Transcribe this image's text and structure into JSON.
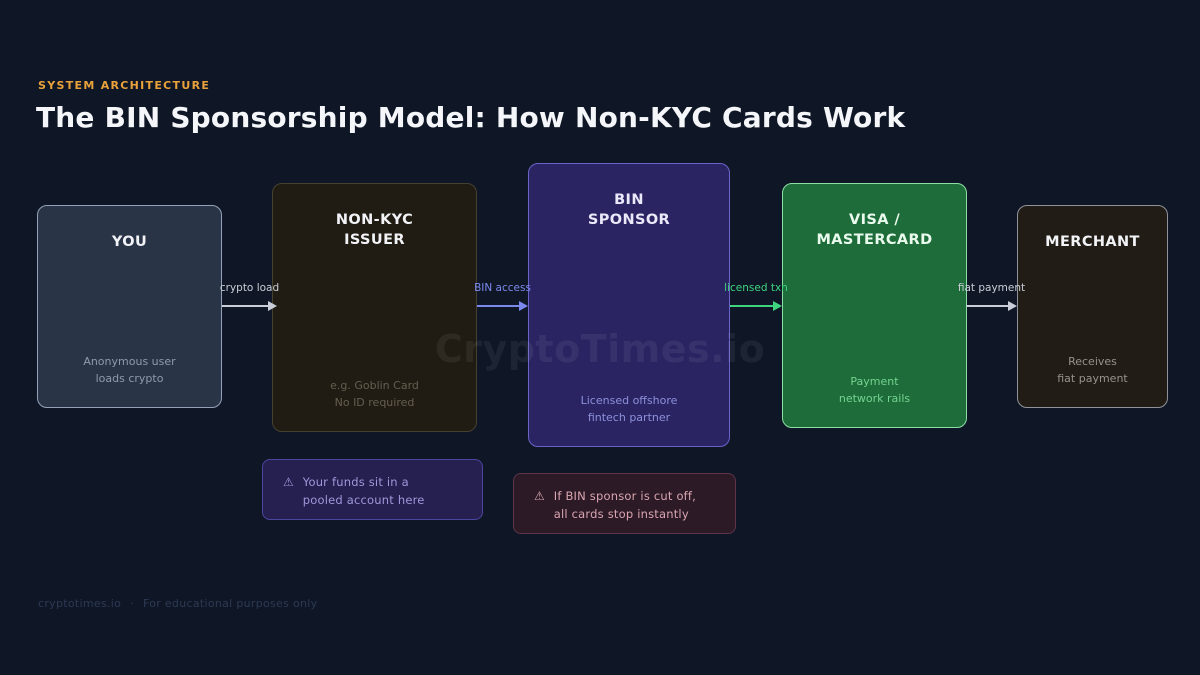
{
  "header": {
    "eyebrow": "SYSTEM ARCHITECTURE",
    "title": "The BIN Sponsorship Model: How Non-KYC Cards Work"
  },
  "watermark": {
    "text": "CryptoTimes.io"
  },
  "diagram": {
    "nodes": [
      {
        "id": "you",
        "title_line1": "YOU",
        "subtitle_line1": "Anonymous user",
        "subtitle_line2": "loads crypto",
        "bg": "#2a3447",
        "border": "#93a2b8",
        "subtitle_color": "#8f9aab"
      },
      {
        "id": "non-kyc-issuer",
        "title_line1": "NON-KYC",
        "title_line2": "ISSUER",
        "subtitle_line1": "e.g. Goblin Card",
        "subtitle_line2": "No ID required",
        "bg": "#211c13",
        "border": "#46402f",
        "subtitle_color": "#645e50"
      },
      {
        "id": "bin-sponsor",
        "title_line1": "BIN",
        "title_line2": "SPONSOR",
        "subtitle_line1": "Licensed offshore",
        "subtitle_line2": "fintech partner",
        "bg": "#2a2462",
        "border": "#6a63c8",
        "subtitle_color": "#8d90dc"
      },
      {
        "id": "visa-mastercard",
        "title_line1": "VISA /",
        "title_line2": "MASTERCARD",
        "subtitle_line1": "Payment",
        "subtitle_line2": "network rails",
        "bg": "#1d6c3a",
        "border": "#8edfa5",
        "subtitle_color": "#74d491"
      },
      {
        "id": "merchant",
        "title_line1": "MERCHANT",
        "subtitle_line1": "Receives",
        "subtitle_line2": "fiat payment",
        "bg": "#221c16",
        "border": "#90929a",
        "subtitle_color": "#97928b"
      }
    ],
    "arrows": [
      {
        "label": "crypto load",
        "color": "#c9ced8"
      },
      {
        "label": "BIN access",
        "color": "#7b89ee"
      },
      {
        "label": "licensed txn",
        "color": "#3fd57f"
      },
      {
        "label": "fiat payment",
        "color": "#c9ced8"
      }
    ],
    "callouts": [
      {
        "icon": "⚠",
        "line1": "Your funds sit in a",
        "line2": "pooled account here",
        "bg": "#262050",
        "border": "#4b46a0",
        "text_color": "#9d98da"
      },
      {
        "icon": "⚠",
        "line1": "If BIN sponsor is cut off,",
        "line2": "all cards stop instantly",
        "bg": "#2c1b26",
        "border": "#5f3449",
        "text_color": "#daa5b1"
      }
    ]
  },
  "footer": {
    "brand": "cryptotimes.io",
    "separator": "·",
    "note": "For educational purposes only"
  },
  "colors": {
    "background": "#0f1726",
    "eyebrow": "#e9a23b",
    "title": "#f4f6f9"
  }
}
